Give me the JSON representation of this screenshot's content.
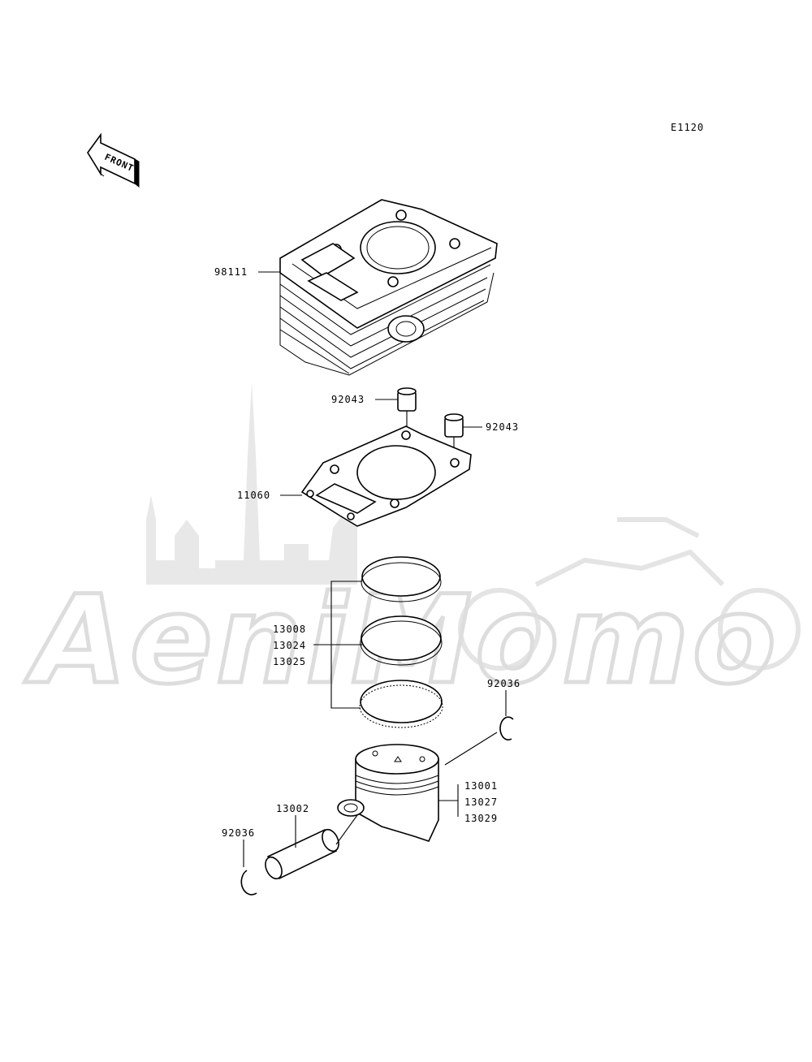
{
  "diagram_code": "E1120",
  "front_arrow_label": "FRONT",
  "watermark_text": "AeniMomo",
  "parts": {
    "cylinder": "98111",
    "dowel_left": "92043",
    "dowel_right": "92043",
    "gasket": "11060",
    "rings": [
      "13008",
      "13024",
      "13025"
    ],
    "circlip_right": "92036",
    "piston": [
      "13001",
      "13027",
      "13029"
    ],
    "pin": "13002",
    "circlip_left": "92036"
  }
}
